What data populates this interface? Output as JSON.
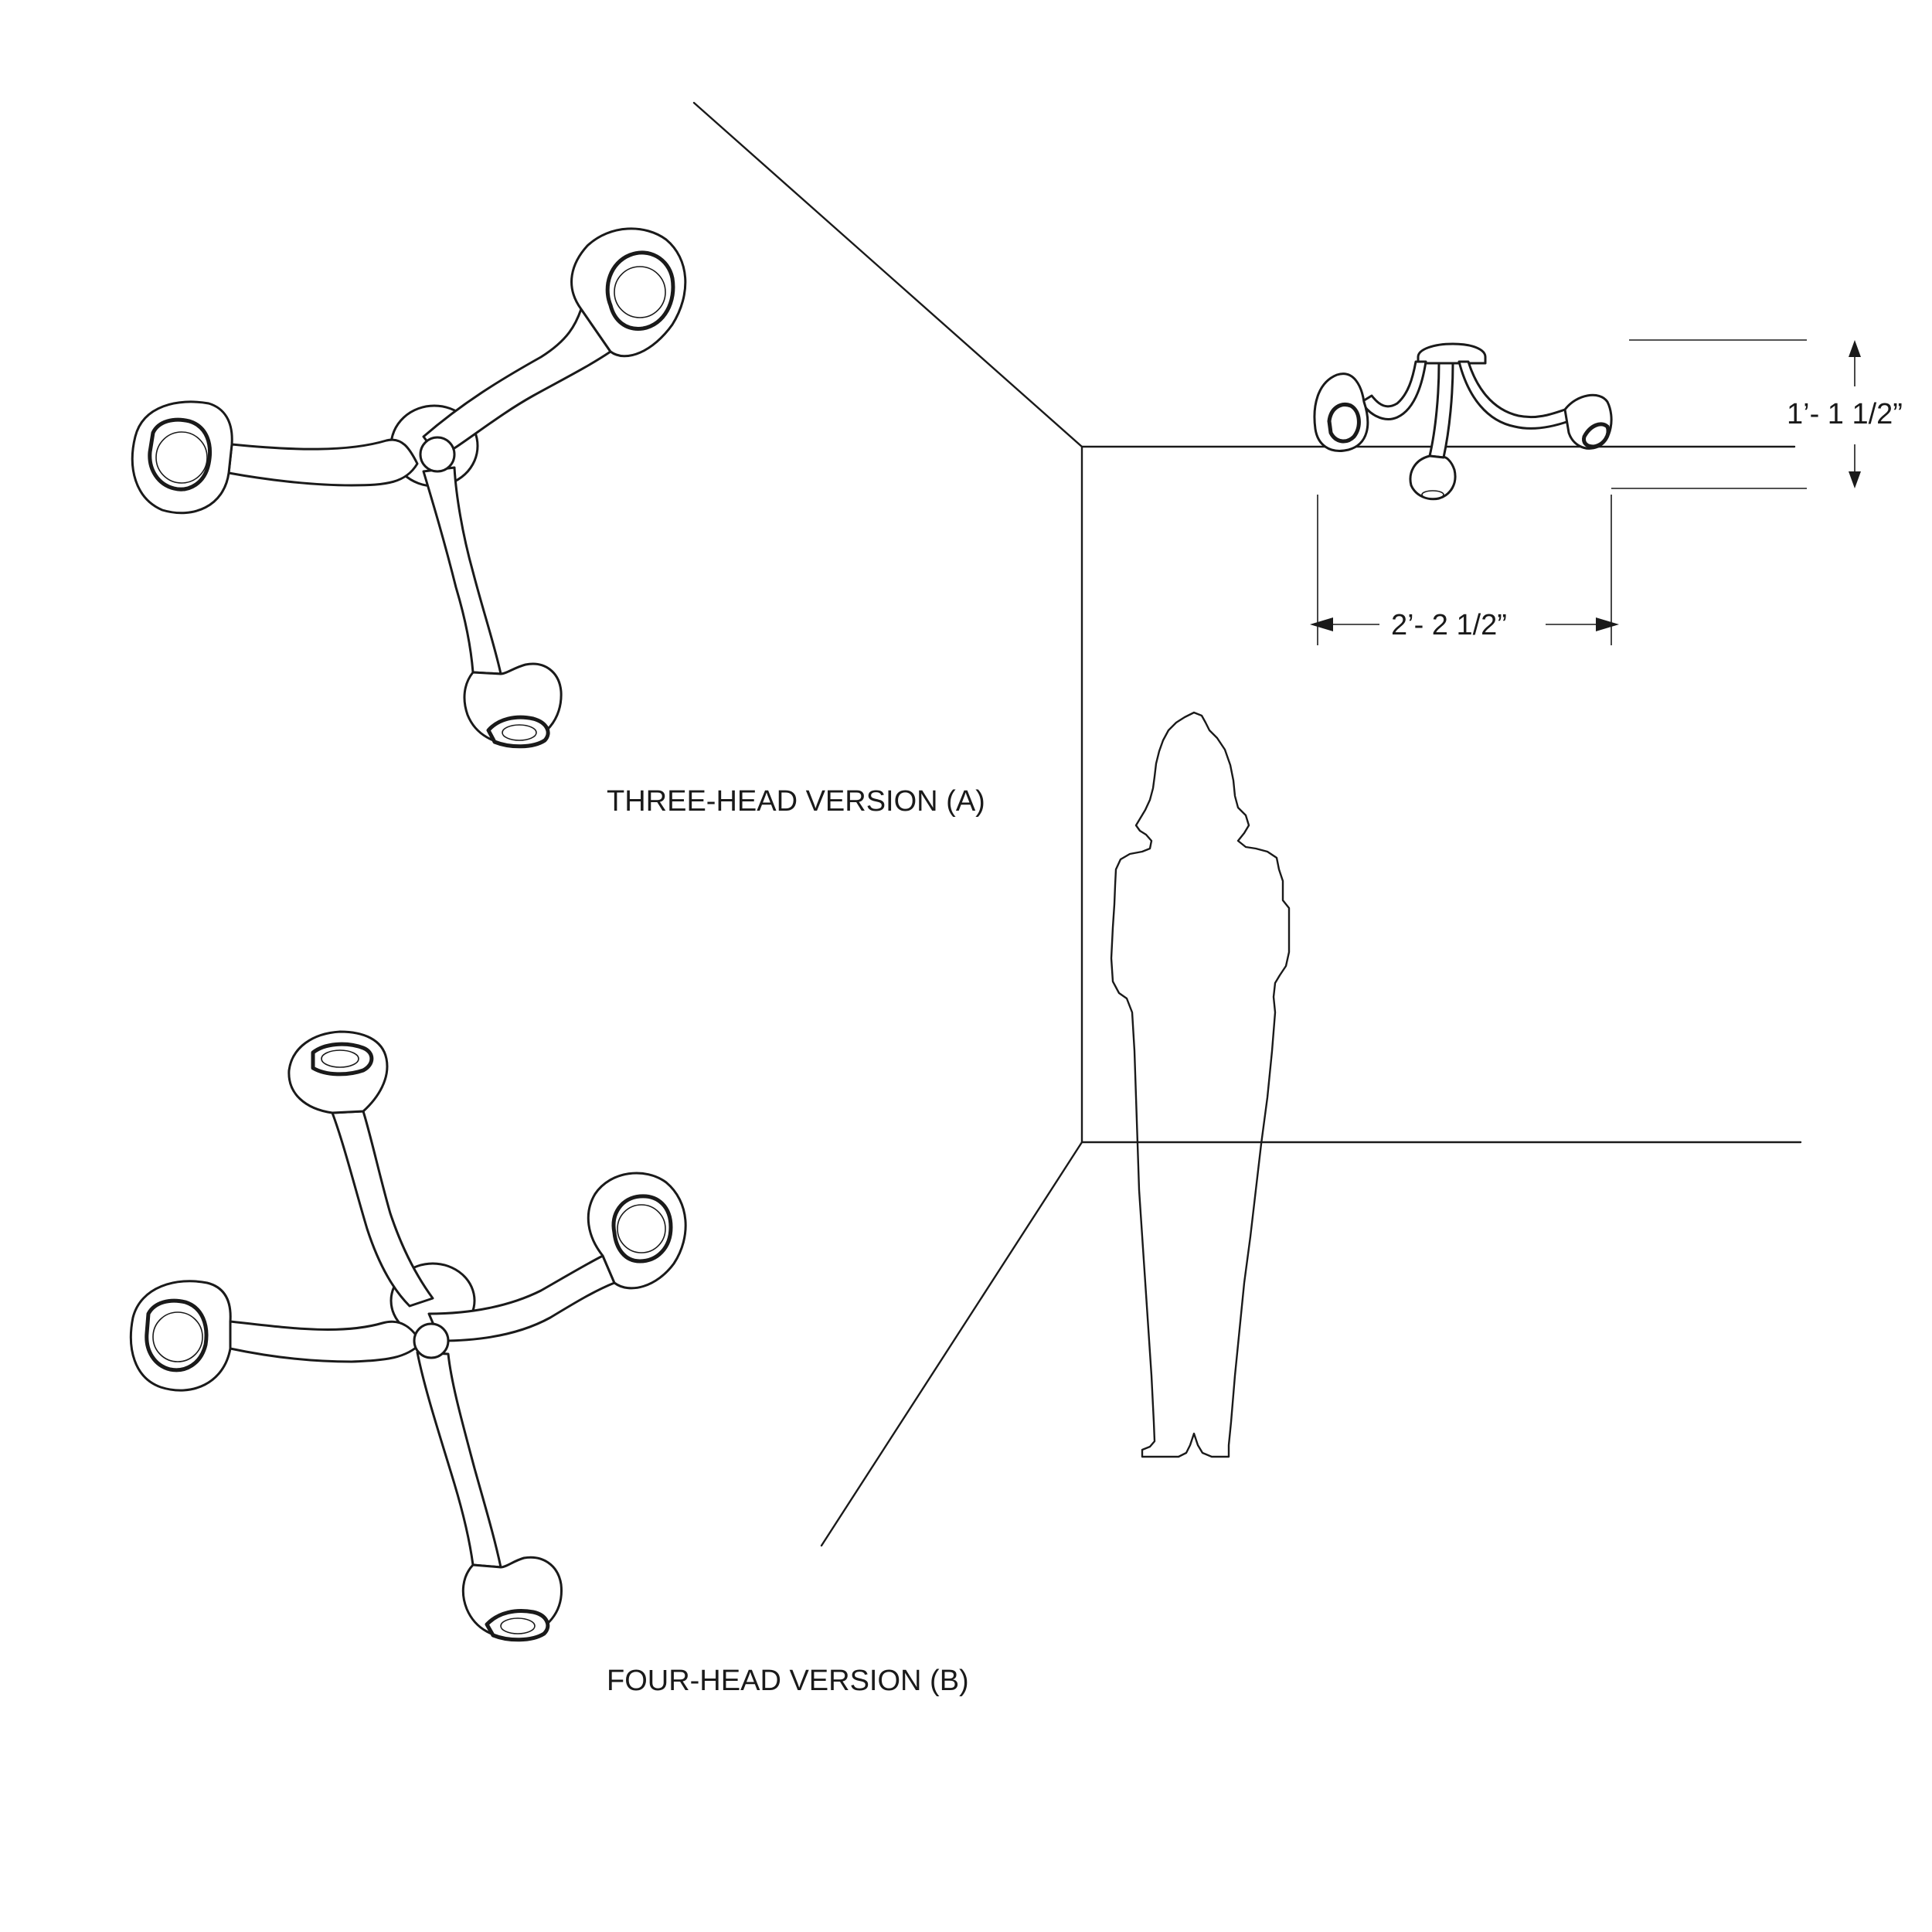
{
  "labels": {
    "three_head": "THREE-HEAD VERSION (A)",
    "four_head": "FOUR-HEAD VERSION (B)"
  },
  "dimensions": {
    "height": "1’- 1 1/2”",
    "width": "2’- 2 1/2”"
  }
}
